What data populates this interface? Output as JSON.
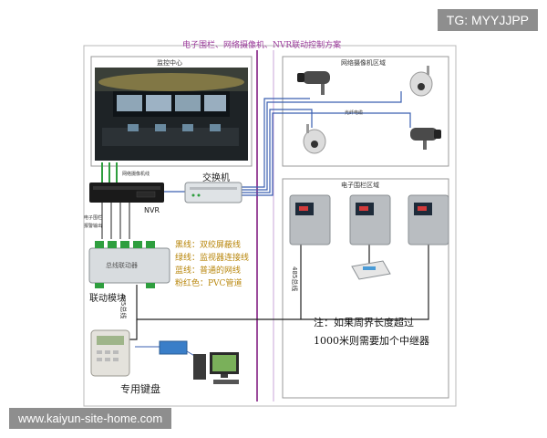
{
  "watermark_top": "TG: MYYJJPP",
  "watermark_bottom": "www.kaiyun-site-home.com",
  "diagram": {
    "title": "电子围栏、网络摄像机、NVR联动控制方案",
    "monitor_center": "监控中心",
    "network_camera_area": "网络摄像机区域",
    "fiber_line": "光纤电缆",
    "fence_area": "电子围栏区域",
    "switch_label": "交换机",
    "nvr_label": "NVR",
    "linkage_label": "联动模块",
    "linkage_device_text": "总线联动器",
    "keyboard_label": "专用键盘",
    "rs485_left": "485总线",
    "rs485_right": "485总线",
    "fence_io_label": "电子围栏\n报警输出",
    "nvr_line_label": "网络摄像机线",
    "legend": [
      "黑线：双绞屏蔽线",
      "绿线：监视器连接线",
      "蓝线：普通的网线",
      "粉红色：PVC管道"
    ],
    "note": [
      "注：如果周界长度超过",
      "1000米则需要加个中继器"
    ]
  },
  "colors": {
    "pvc_pipe": "#9b4b9b",
    "network_line": "#3a5fb0",
    "monitor_line": "#2e9e3e",
    "bus_line": "#222222",
    "watermark_bg": "#8e8e8e"
  }
}
